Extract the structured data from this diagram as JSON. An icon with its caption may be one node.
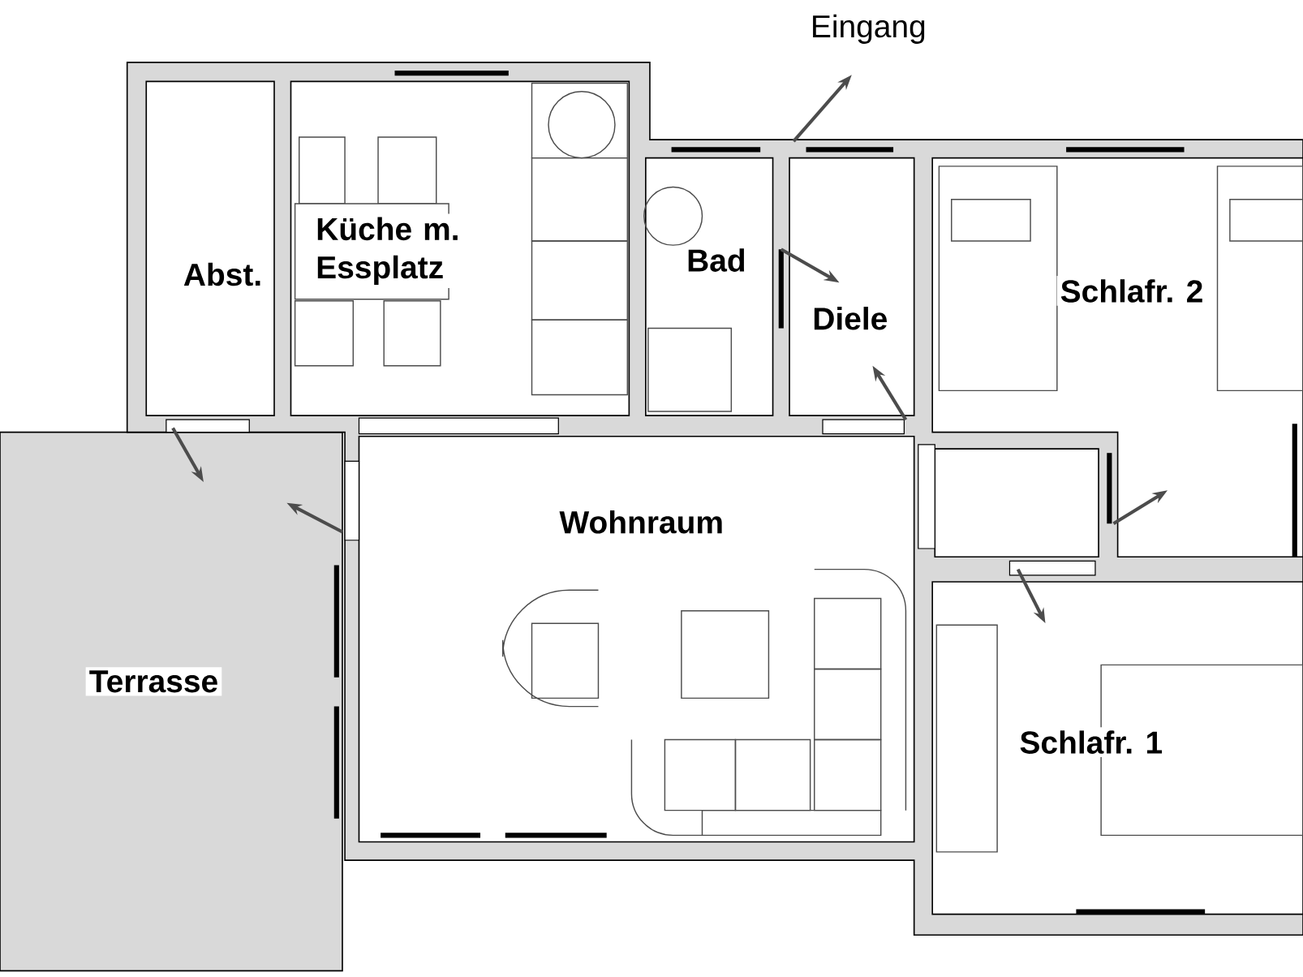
{
  "diagram": {
    "labels": [
      "Eingang",
      "Abst.",
      "Küche m. Essplatz",
      "Bad",
      "Diele",
      "Schlafr. 2",
      "Wohnraum",
      "Terrasse",
      "Schlafr. 1"
    ]
  }
}
